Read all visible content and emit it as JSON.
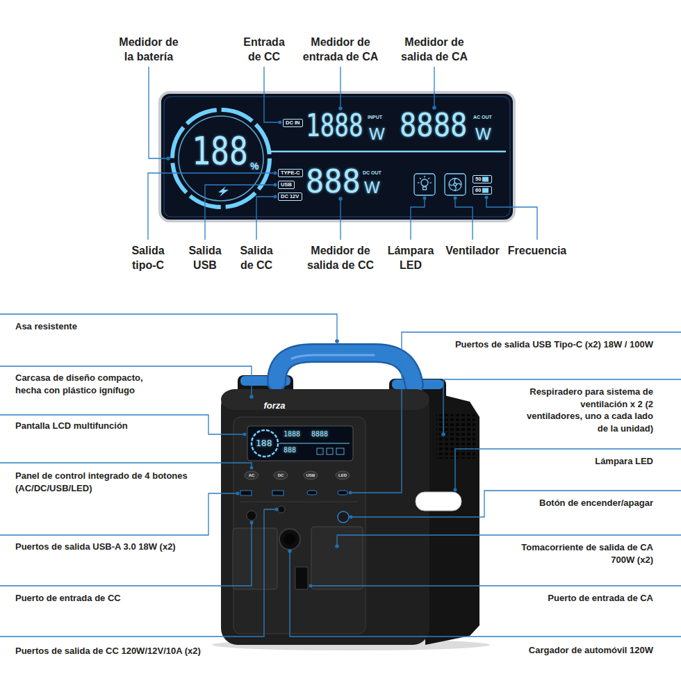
{
  "diagram": {
    "nodes": [
      {
        "text": [
          "DC IN"
        ]
      },
      {
        "text": [
          "TYPE-C"
        ]
      },
      {
        "text": [
          "USB"
        ]
      },
      {
        "text": [
          "DC 12V"
        ]
      },
      {
        "text": [
          "50"
        ]
      },
      {
        "text": [
          "60"
        ]
      }
    ],
    "labels": [
      "Medidor de la batería",
      "Entrada de CC",
      "Medidor de entrada de CA",
      "Medidor de salida de CA",
      "188",
      "%",
      "1888",
      "INPUT",
      "W",
      "8888",
      "AC OUT",
      "W",
      "888",
      "DC OUT",
      "W",
      "Salida tipo-C",
      "Salida USB",
      "Salida de CC",
      "Medidor de salida de CC",
      "Lámpara LED",
      "Ventilador",
      "Frecuencia",
      "Asa resistente",
      "Carcasa de diseño compacto, hecha con plástico ignífugo",
      "Pantalla LCD multifunción",
      "Panel de control integrado de 4 botones (AC/DC/USB/LED)",
      "Puertos de salida USB-A 3.0 18W (x2)",
      "Puerto de entrada de CC",
      "Puertos de salida de CC 120W/12V/10A (x2)",
      "Puertos de salida USB Tipo-C (x2) 18W / 100W",
      "Respiradero para sistema de ventilación x 2 (2 ventiladores, uno a cada lado de la unidad)",
      "Lámpara LED",
      "Botón de encender/apagar",
      "Tomacorriente de salida de CA 700W (x2)",
      "Puerto de entrada de CA",
      "Cargador de automóvil 120W",
      "forza",
      "188",
      "1888",
      "8888",
      "888",
      "AC",
      "DC",
      "USB",
      "LED"
    ]
  }
}
